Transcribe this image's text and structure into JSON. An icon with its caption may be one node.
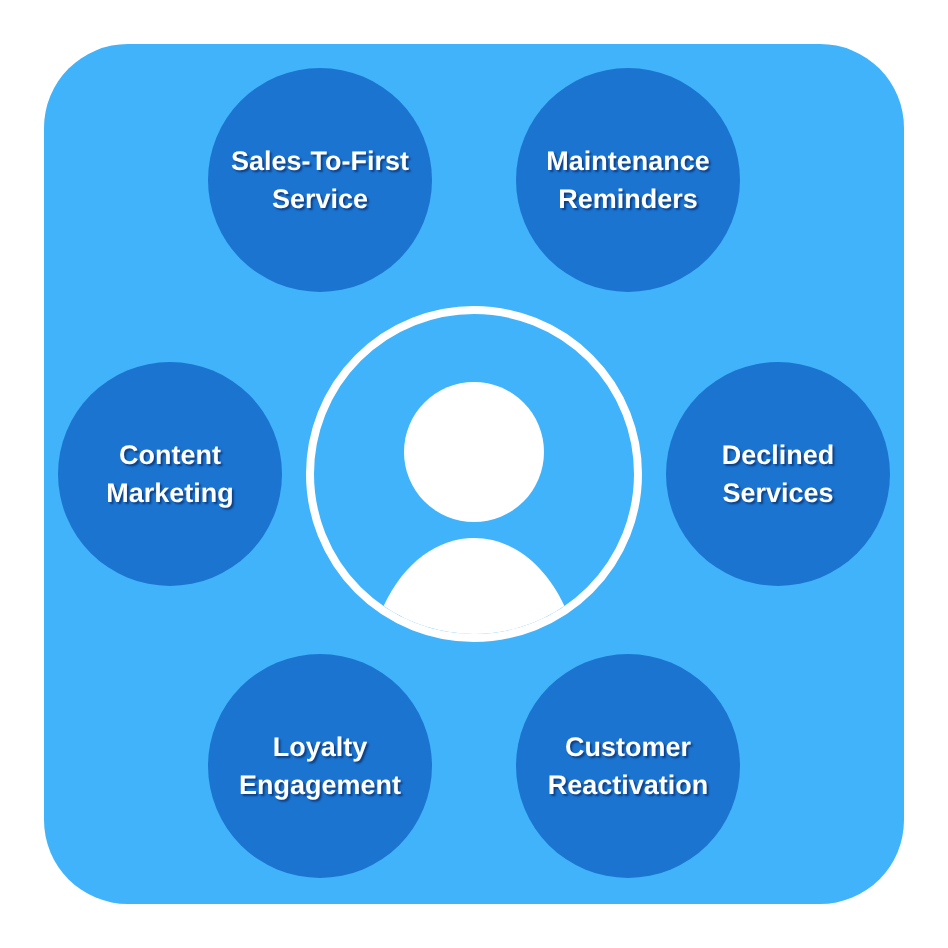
{
  "diagram": {
    "nodes": [
      {
        "text": [
          "Sales-To-First Service"
        ]
      },
      {
        "text": [
          "Maintenance Reminders"
        ]
      },
      {
        "text": [
          "Content Marketing"
        ]
      },
      {
        "text": [],
        "shape": "person"
      },
      {
        "text": [
          "Declined Services"
        ]
      },
      {
        "text": [
          "Loyalty Engagement"
        ]
      },
      {
        "text": [
          "Customer Reactivation"
        ]
      }
    ]
  }
}
